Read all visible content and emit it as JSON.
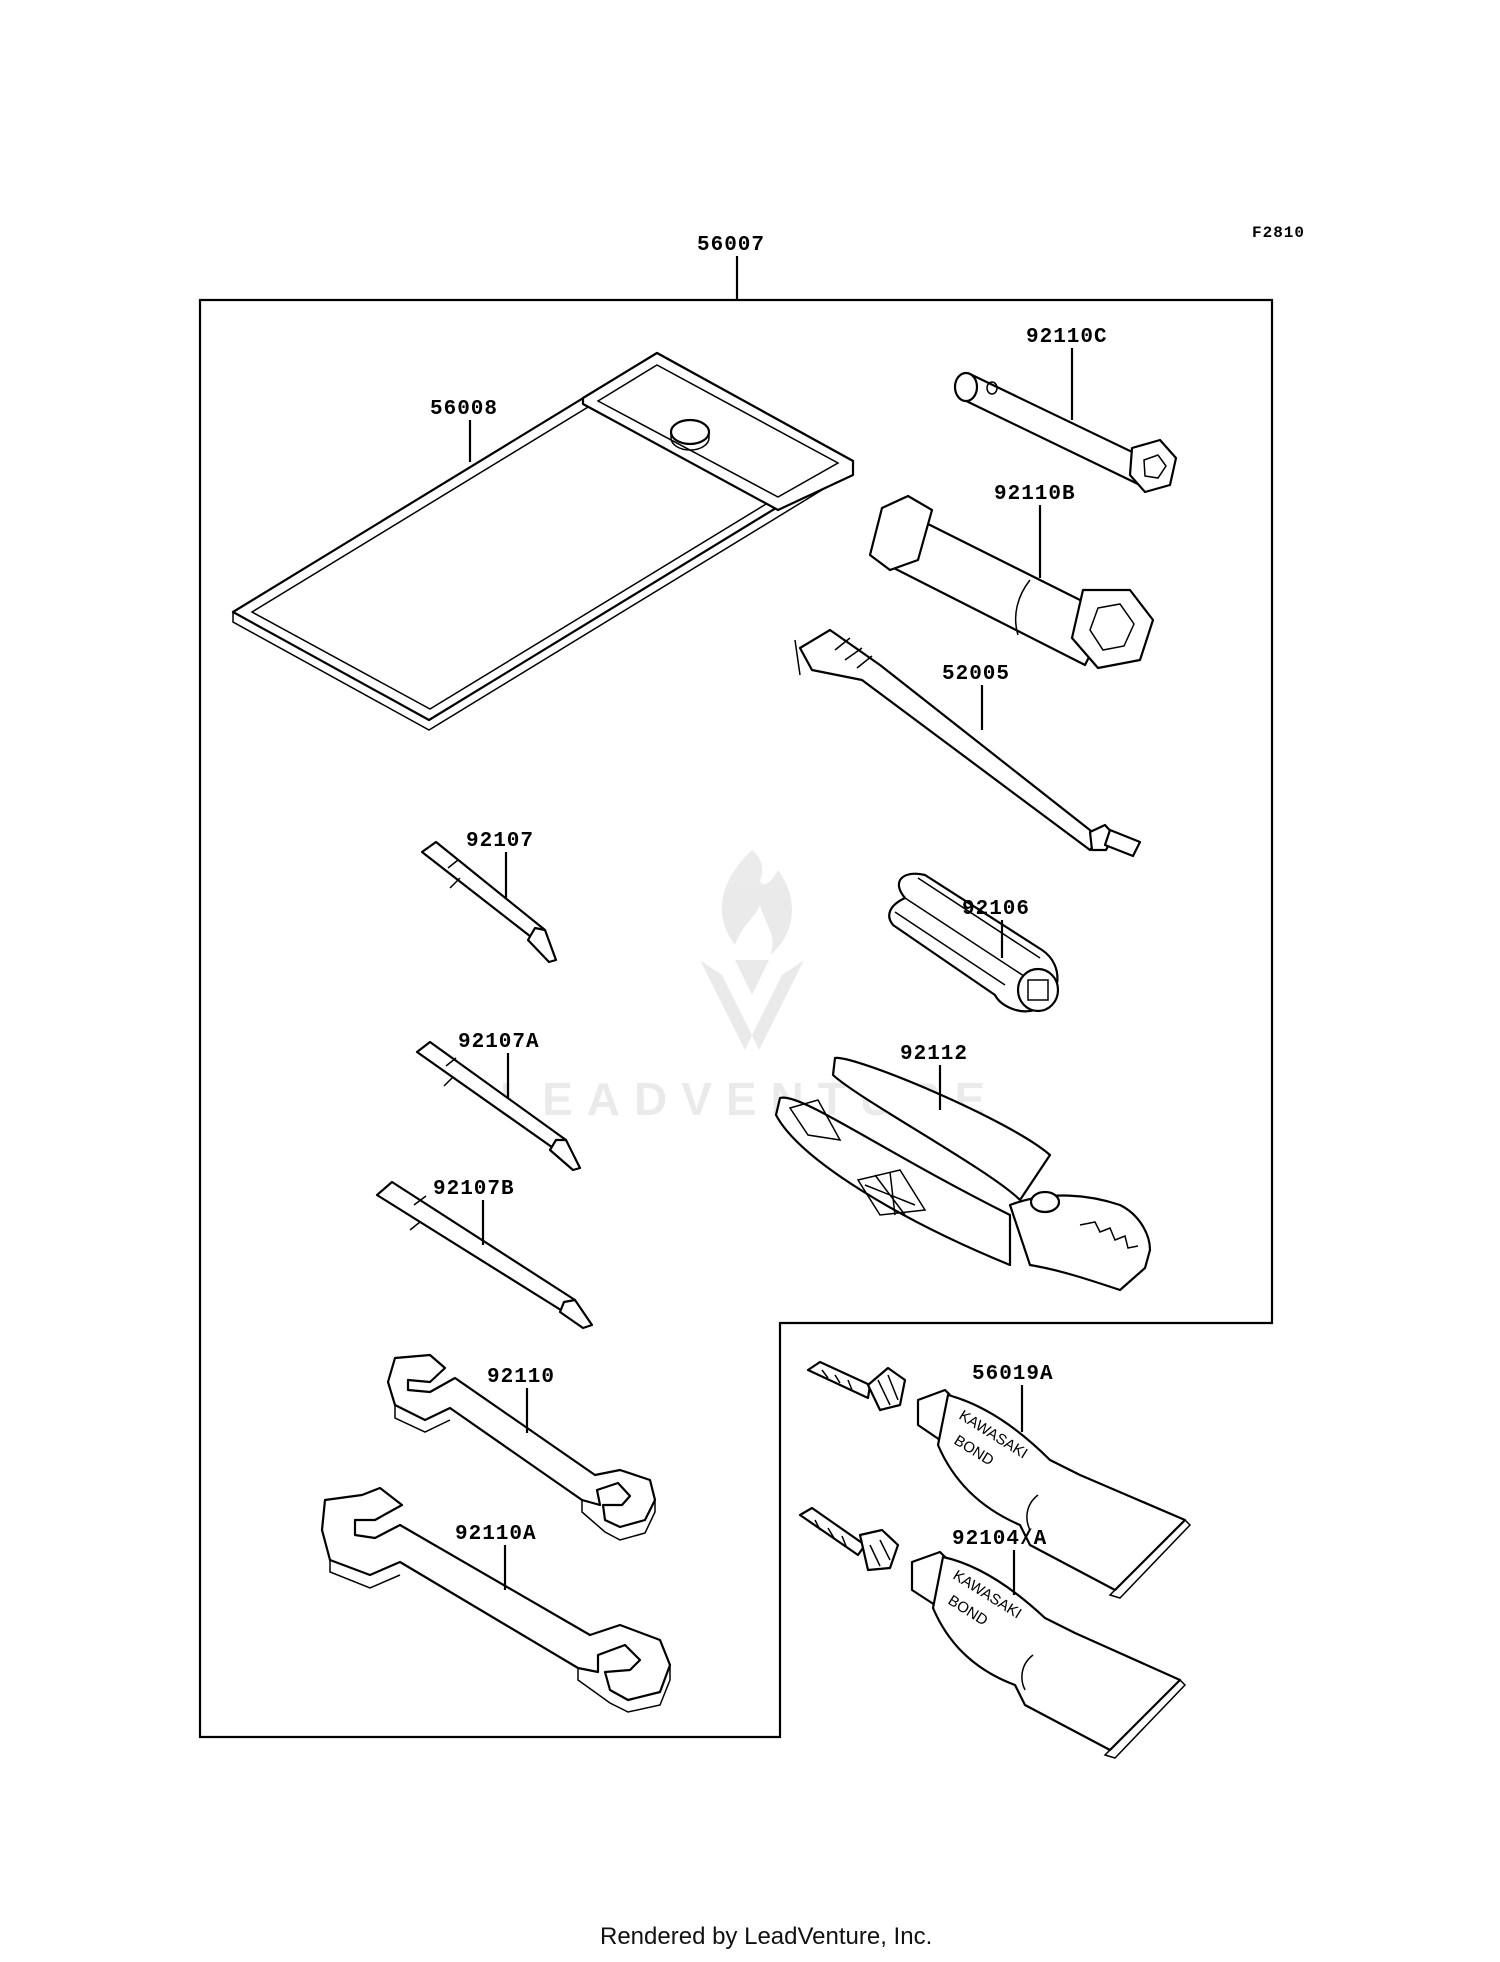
{
  "figure_code": "F2810",
  "watermark": "LEADVENTURE",
  "footer": "Rendered by LeadVenture, Inc.",
  "tube_text": {
    "brand": "KAWASAKI",
    "product": "BOND"
  },
  "parts": {
    "p56007": "56007",
    "p56008": "56008",
    "p92110C": "92110C",
    "p92110B": "92110B",
    "p52005": "52005",
    "p92107": "92107",
    "p92106": "92106",
    "p92107A": "92107A",
    "p92112": "92112",
    "p92107B": "92107B",
    "p92110": "92110",
    "p92110A": "92110A",
    "p56019A": "56019A",
    "p92104A": "92104/A"
  }
}
